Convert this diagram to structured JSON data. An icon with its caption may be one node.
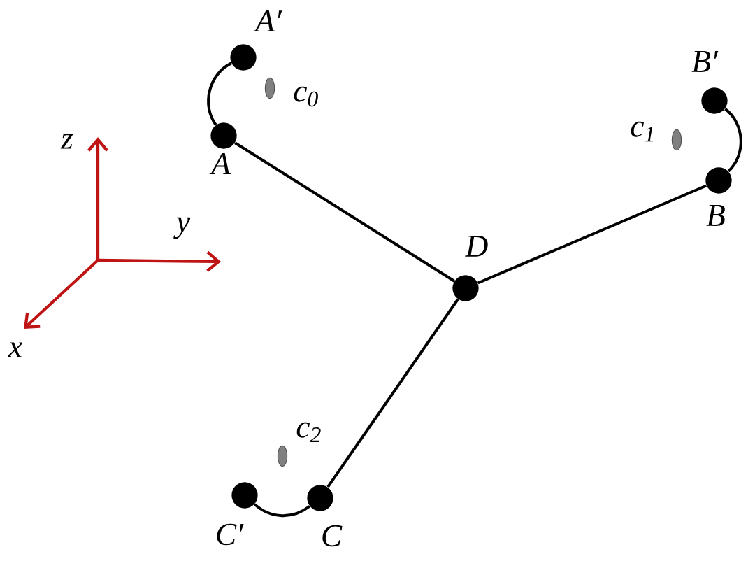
{
  "diagram": {
    "nodes": [
      {
        "text": [],
        "shape": "circle",
        "beside": [
          "A′"
        ]
      },
      {
        "text": [],
        "shape": "ellipse",
        "beside": [
          "c$_{0}$"
        ]
      },
      {
        "text": [],
        "shape": "circle",
        "beside": [
          "A"
        ]
      },
      {
        "text": [],
        "shape": "circle",
        "beside": [
          "B′"
        ]
      },
      {
        "text": [],
        "shape": "ellipse",
        "beside": [
          "c$_{1}$"
        ]
      },
      {
        "text": [],
        "shape": "circle",
        "beside": [
          "B"
        ]
      },
      {
        "text": [],
        "shape": "circle",
        "beside": [
          "D"
        ]
      },
      {
        "text": [],
        "shape": "ellipse",
        "beside": [
          "c$_{2}$"
        ]
      },
      {
        "text": [],
        "shape": "circle",
        "beside": [
          "C′"
        ]
      },
      {
        "text": [],
        "shape": "circle",
        "beside": [
          "C"
        ]
      }
    ],
    "edges": [
      {
        "from": 2,
        "to": 6,
        "arrow": "none"
      },
      {
        "from": 5,
        "to": 6,
        "arrow": "none"
      },
      {
        "from": 9,
        "to": 6,
        "arrow": "none"
      },
      {
        "from": 0,
        "to": 2,
        "arrow": "none"
      },
      {
        "from": 3,
        "to": 5,
        "arrow": "none"
      },
      {
        "from": 8,
        "to": 9,
        "arrow": "none"
      }
    ],
    "labels": [
      "z",
      "y",
      "x"
    ]
  }
}
